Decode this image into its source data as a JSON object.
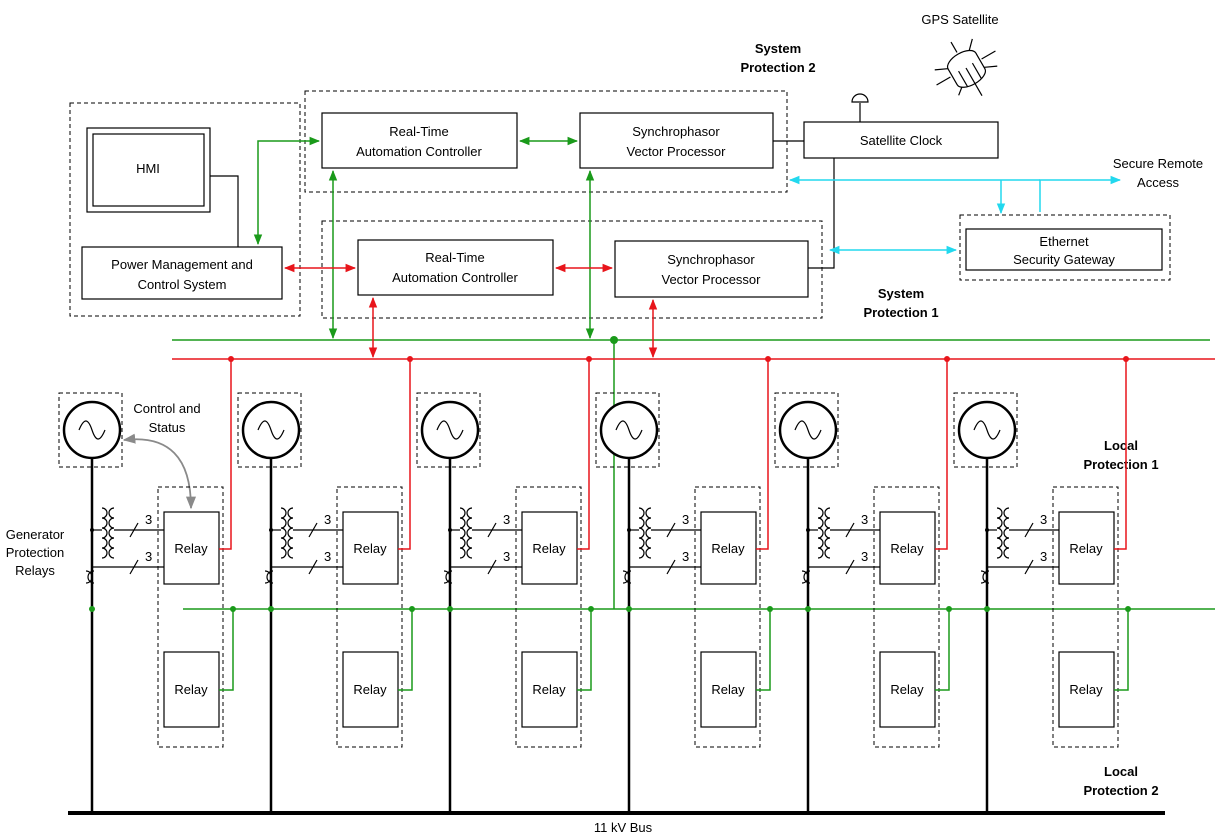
{
  "labels": {
    "gps_satellite": "GPS Satellite",
    "system_protection_2": [
      "System",
      "Protection 2"
    ],
    "system_protection_1": [
      "System",
      "Protection 1"
    ],
    "secure_remote_access": [
      "Secure Remote",
      "Access"
    ],
    "local_protection_1": [
      "Local",
      "Protection 1"
    ],
    "local_protection_2": [
      "Local",
      "Protection 2"
    ],
    "control_and_status": [
      "Control and",
      "Status"
    ],
    "generator_protection_relays": [
      "Generator",
      "Protection",
      "Relays"
    ],
    "bus": "11 kV  Bus"
  },
  "boxes": {
    "hmi": "HMI",
    "pmcs": [
      "Power Management and",
      "Control System"
    ],
    "rtac_top": [
      "Real-Time",
      "Automation Controller"
    ],
    "svp_top": [
      "Synchrophasor",
      "Vector Processor"
    ],
    "satellite_clock": "Satellite Clock",
    "rtac_bottom": [
      "Real-Time",
      "Automation Controller"
    ],
    "svp_bottom": [
      "Synchrophasor",
      "Vector Processor"
    ],
    "ethernet_gateway": [
      "Ethernet",
      "Security Gateway"
    ]
  },
  "relay_label": "Relay",
  "ct_count_label": "3",
  "generator_count": 6,
  "colors": {
    "protection_1_network": "#e8151b",
    "protection_2_network": "#1a9a1a",
    "remote_access_network": "#22d8ee",
    "control_status_link": "#8a8a8a"
  },
  "icons": [
    "gps-satellite-icon",
    "antenna-icon",
    "generator-icon",
    "transformer-icon",
    "current-transformer-icon"
  ]
}
